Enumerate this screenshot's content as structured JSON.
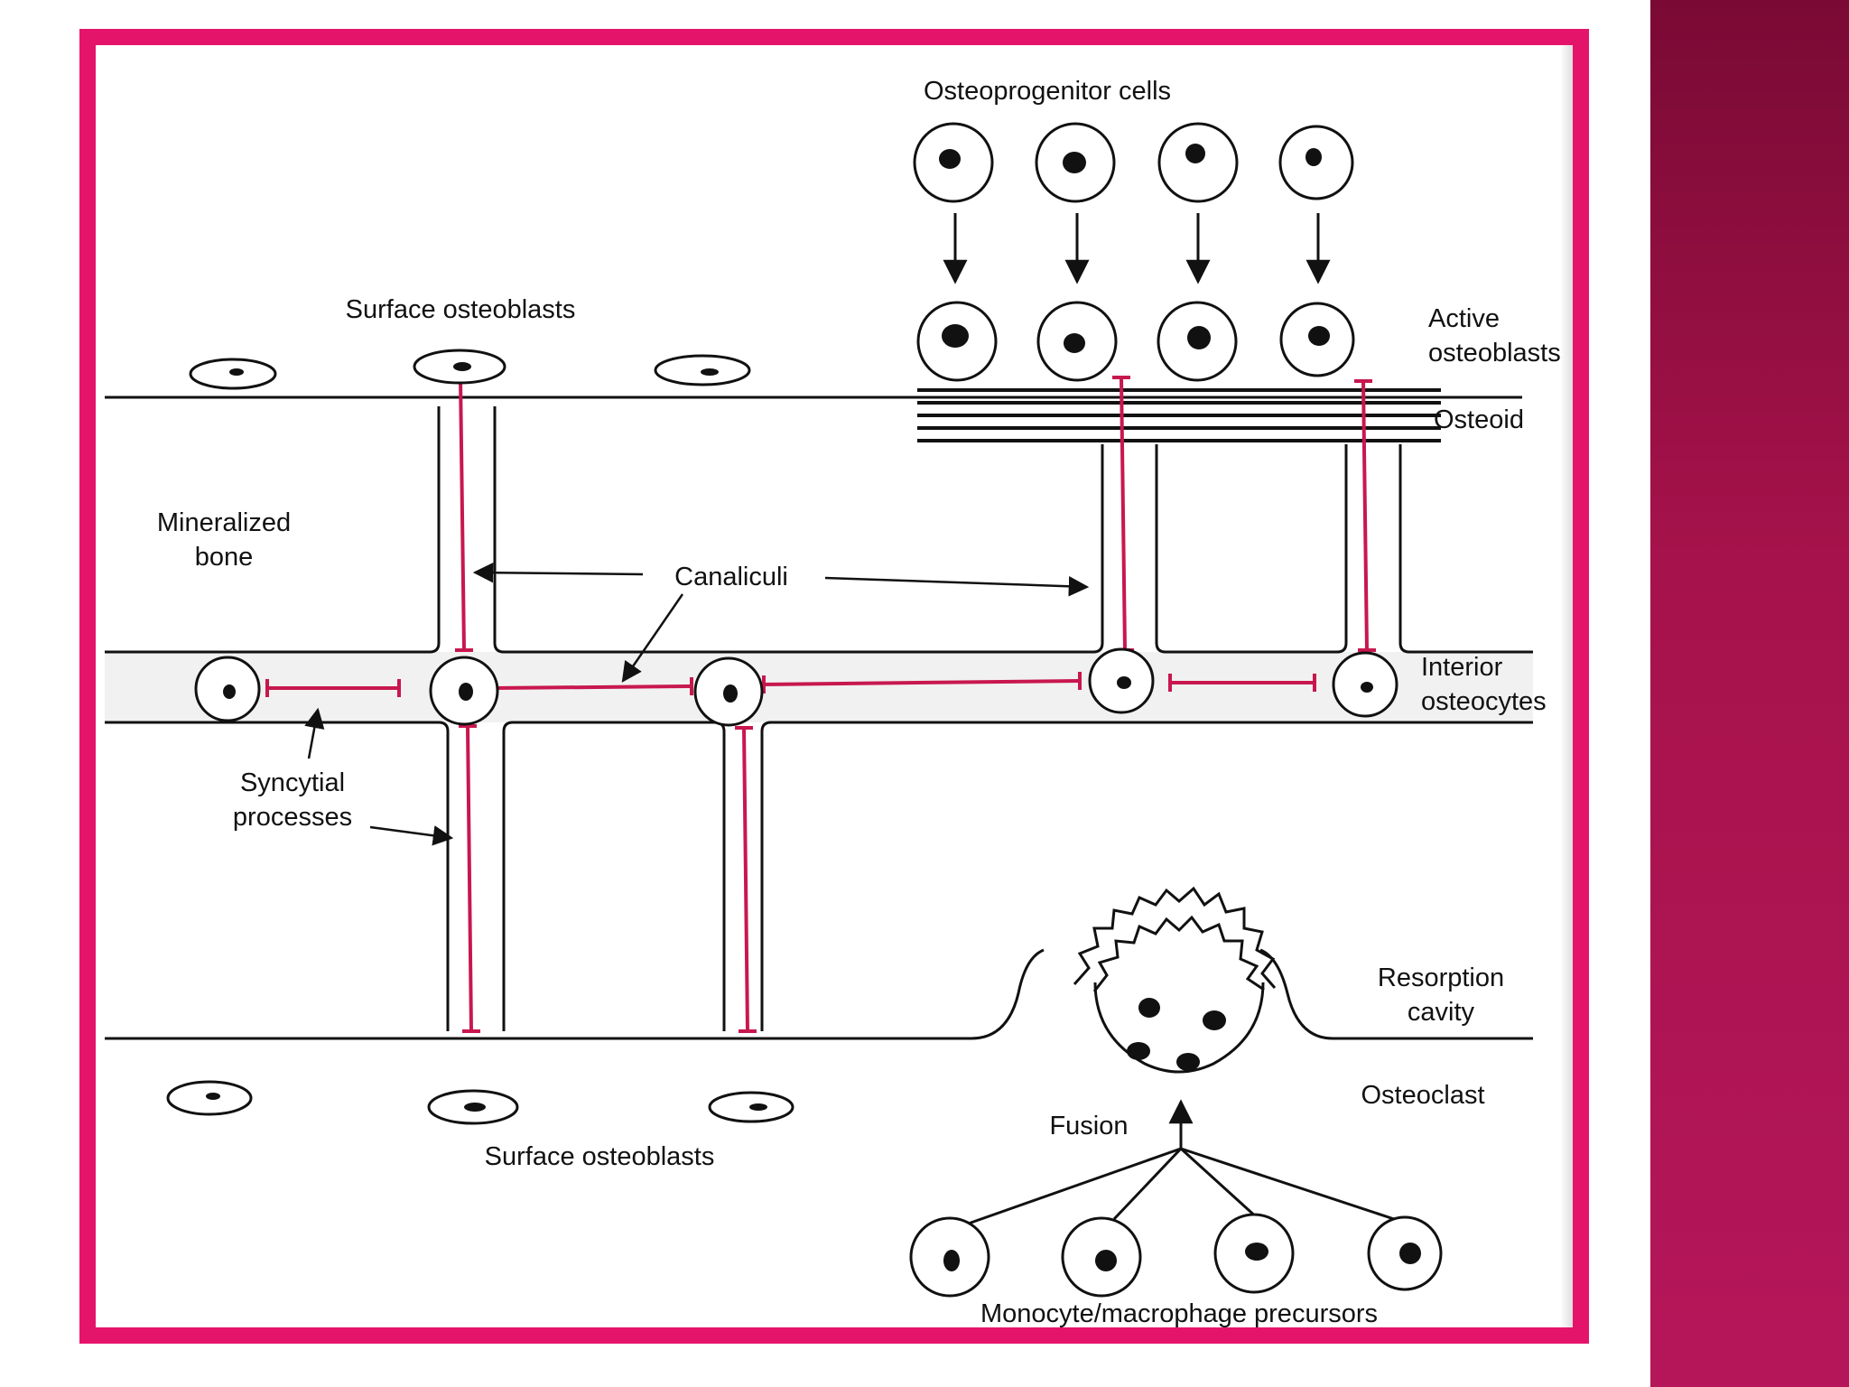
{
  "labels": {
    "osteoprogenitor": "Osteoprogenitor cells",
    "surface_osteoblasts_top": "Surface osteoblasts",
    "active_osteoblasts_1": "Active",
    "active_osteoblasts_2": "osteoblasts",
    "osteoid": "Osteoid",
    "mineralized_1": "Mineralized",
    "mineralized_2": "bone",
    "canaliculi": "Canaliculi",
    "interior_1": "Interior",
    "interior_2": "osteocytes",
    "syncytial_1": "Syncytial",
    "syncytial_2": "processes",
    "resorption_1": "Resorption",
    "resorption_2": "cavity",
    "osteoclast": "Osteoclast",
    "fusion": "Fusion",
    "surface_osteoblasts_bottom": "Surface osteoblasts",
    "monocyte": "Monocyte/macrophage precursors"
  },
  "colors": {
    "frame": "#e5146b",
    "process": "#c8174f",
    "ink": "#111111",
    "sidebar_top": "#7a0a34",
    "sidebar_bottom": "#b5165a"
  }
}
